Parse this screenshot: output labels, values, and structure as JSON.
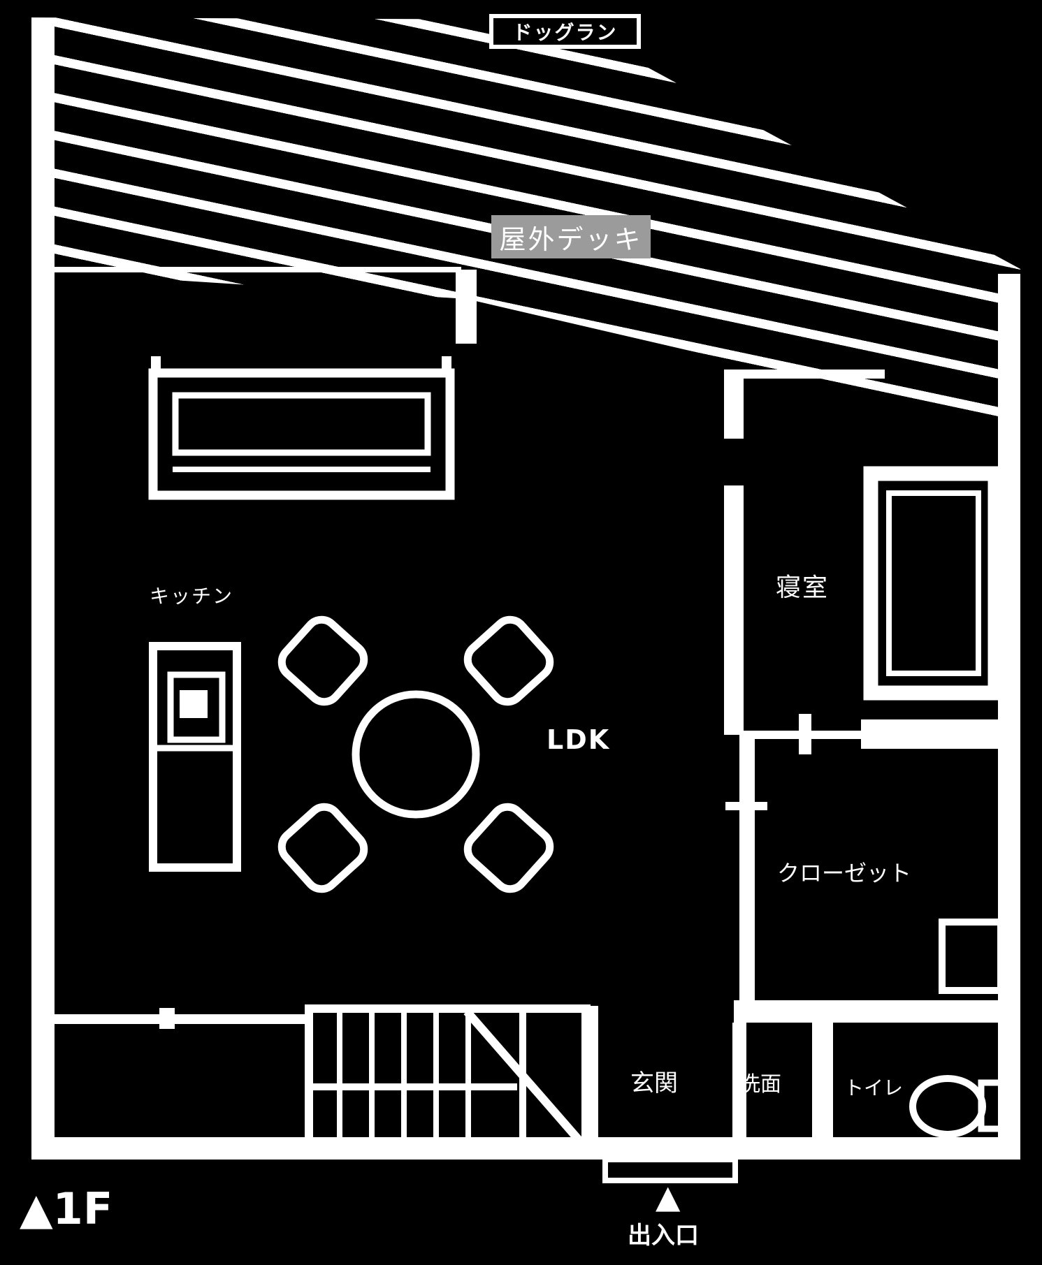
{
  "plan": {
    "title_box_label": "ドッグラン",
    "deck_label": "屋外デッキ",
    "rooms": {
      "kitchen": "キッチン",
      "ldk": "LDK",
      "bedroom": "寝室",
      "closet": "クローゼット",
      "genkan": "玄関",
      "washroom": "洗面",
      "toilet": "トイレ"
    },
    "floor_marker": "▲1F",
    "entrance": {
      "arrow": "▲",
      "label": "出入口"
    },
    "colors": {
      "background": "#000000",
      "line": "#ffffff",
      "deck_label_bg": "#9b9b9b",
      "deck_label_text": "#ffffff"
    }
  }
}
